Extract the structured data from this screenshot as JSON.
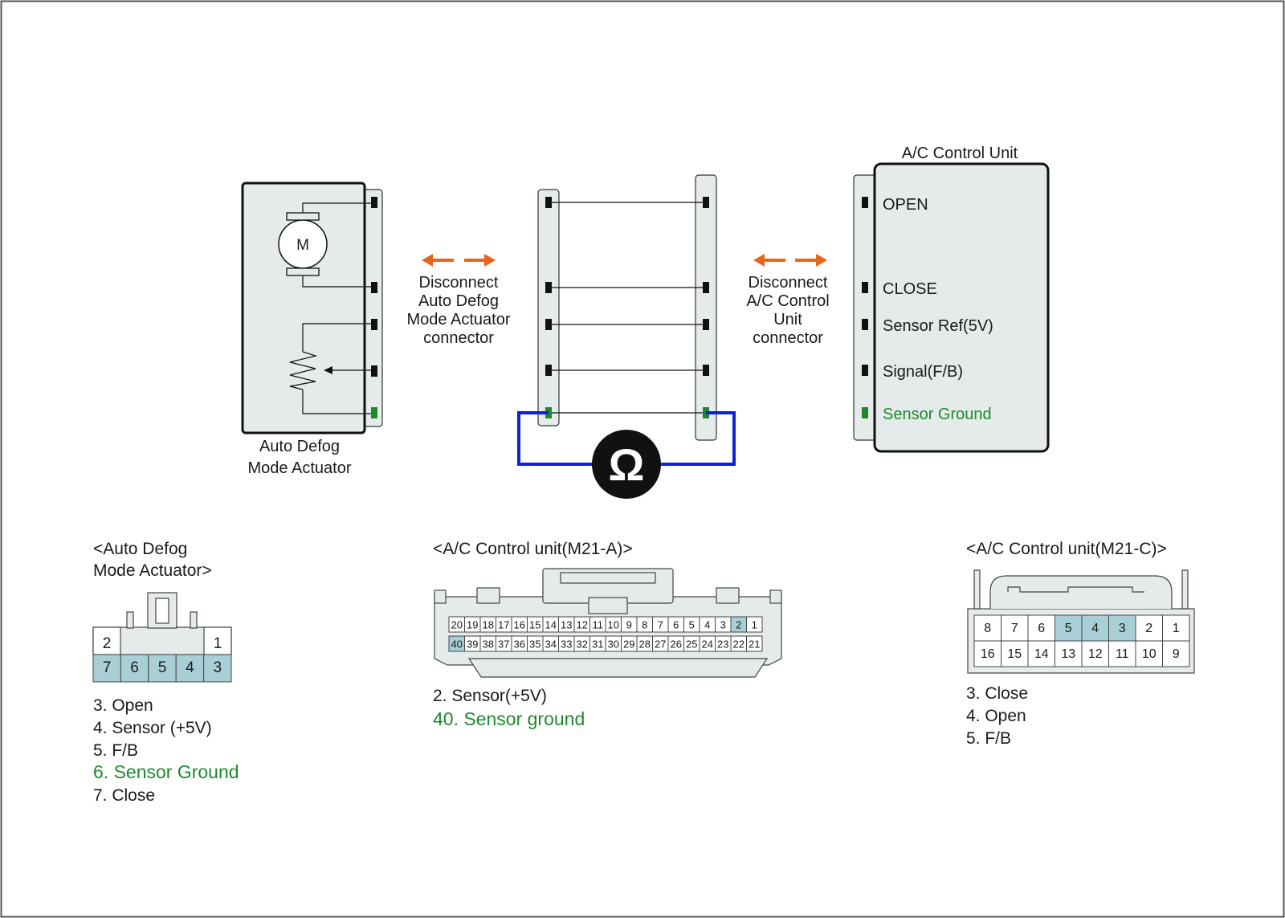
{
  "actuator": {
    "title_line1": "Auto Defog",
    "title_line2": "Mode Actuator",
    "motor_label": "M"
  },
  "disconnect_left": {
    "line1": "Disconnect",
    "line2": "Auto Defog",
    "line3": "Mode Actuator",
    "line4": "connector"
  },
  "disconnect_right": {
    "line1": "Disconnect",
    "line2": "A/C Control",
    "line3": "Unit",
    "line4": "connector"
  },
  "control_unit": {
    "title": "A/C Control Unit",
    "pins": [
      {
        "label": "OPEN"
      },
      {
        "label": "CLOSE"
      },
      {
        "label": "Sensor Ref(5V)"
      },
      {
        "label": "Signal(F/B)"
      },
      {
        "label": "Sensor Ground"
      }
    ]
  },
  "meter": {
    "symbol": "Ω"
  },
  "connector_actuator": {
    "title_line1": "<Auto Defog",
    "title_line2": "Mode Actuator>",
    "top_pins": [
      "2",
      "1"
    ],
    "bottom_pins": [
      "7",
      "6",
      "5",
      "4",
      "3"
    ],
    "legend": [
      {
        "text": "3. Open"
      },
      {
        "text": "4. Sensor (+5V)"
      },
      {
        "text": "5. F/B"
      },
      {
        "text": "6. Sensor Ground",
        "highlight": true
      },
      {
        "text": "7. Close"
      }
    ]
  },
  "connector_m21a": {
    "title": "<A/C Control unit(M21-A)>",
    "top_pins": [
      "20",
      "19",
      "18",
      "17",
      "16",
      "15",
      "14",
      "13",
      "12",
      "11",
      "10",
      "9",
      "8",
      "7",
      "6",
      "5",
      "4",
      "3",
      "2",
      "1"
    ],
    "bottom_pins": [
      "40",
      "39",
      "38",
      "37",
      "36",
      "35",
      "34",
      "33",
      "32",
      "31",
      "30",
      "29",
      "28",
      "27",
      "26",
      "25",
      "24",
      "23",
      "22",
      "21"
    ],
    "highlighted": [
      "2",
      "40"
    ],
    "legend": [
      {
        "text": "2. Sensor(+5V)"
      },
      {
        "text": "40. Sensor ground",
        "highlight": true
      }
    ]
  },
  "connector_m21c": {
    "title": "<A/C Control unit(M21-C)>",
    "top_pins": [
      "8",
      "7",
      "6",
      "5",
      "4",
      "3",
      "2",
      "1"
    ],
    "bottom_pins": [
      "16",
      "15",
      "14",
      "13",
      "12",
      "11",
      "10",
      "9"
    ],
    "highlighted": [
      "5",
      "4",
      "3"
    ],
    "legend": [
      {
        "text": "3. Close"
      },
      {
        "text": "4. Open"
      },
      {
        "text": "5. F/B"
      }
    ]
  },
  "colors": {
    "panel_fill": "#e4ebea",
    "pin_highlight": "#a8cfd6",
    "ground_green": "#1e8a2c",
    "arrow_orange": "#e8651c",
    "probe_blue": "#0b22d6"
  }
}
